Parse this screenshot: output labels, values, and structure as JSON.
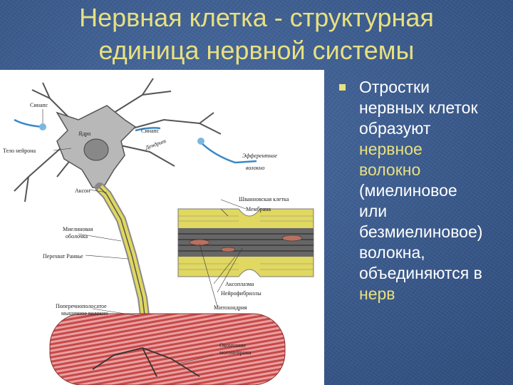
{
  "title": {
    "line1": "Нервная клетка - структурная",
    "line2": "единица нервной системы"
  },
  "figure": {
    "labels": {
      "synapse": "Синапс",
      "nucleus": "Ядро",
      "synapse2": "Синапс",
      "cell_body": "Тело нейрона",
      "dendrite": "Дендрит",
      "efferent": "Эфферентное",
      "efferent2": "волокно",
      "axon": "Аксон",
      "myelin1": "Миелиновая",
      "myelin2": "оболочка",
      "ranvier": "Перехват Ранвье",
      "muscle1": "Поперечнополосатое",
      "muscle2": "мышечное волокно",
      "schwann": "Шванновская клетка",
      "membrane": "Мембрана",
      "axoplasm": "Аксоплазма",
      "neurofibrils": "Нейрофибриллы",
      "mitochondria": "Митохондрия",
      "ending1": "Окончание",
      "ending2": "мотонейрона"
    }
  },
  "bullet": {
    "lines": [
      {
        "text": "Отростки",
        "accent": false
      },
      {
        "text": "нервных клеток",
        "accent": false
      },
      {
        "text": "образуют",
        "accent": false
      },
      {
        "text": "нервное",
        "accent": true
      },
      {
        "text": "волокно",
        "accent": true
      },
      {
        "text": "(миелиновое",
        "accent": false
      },
      {
        "text": "или",
        "accent": false
      },
      {
        "text": "безмиелиновое)",
        "accent": false
      },
      {
        "text": "волокна,",
        "accent": false
      },
      {
        "text": "объединяются в",
        "accent": false
      },
      {
        "text": "нерв",
        "accent": true
      }
    ]
  },
  "colors": {
    "title": "#e8e080",
    "accent": "#e8e080",
    "body_text": "#ffffff",
    "background": "#3a5a8c"
  }
}
